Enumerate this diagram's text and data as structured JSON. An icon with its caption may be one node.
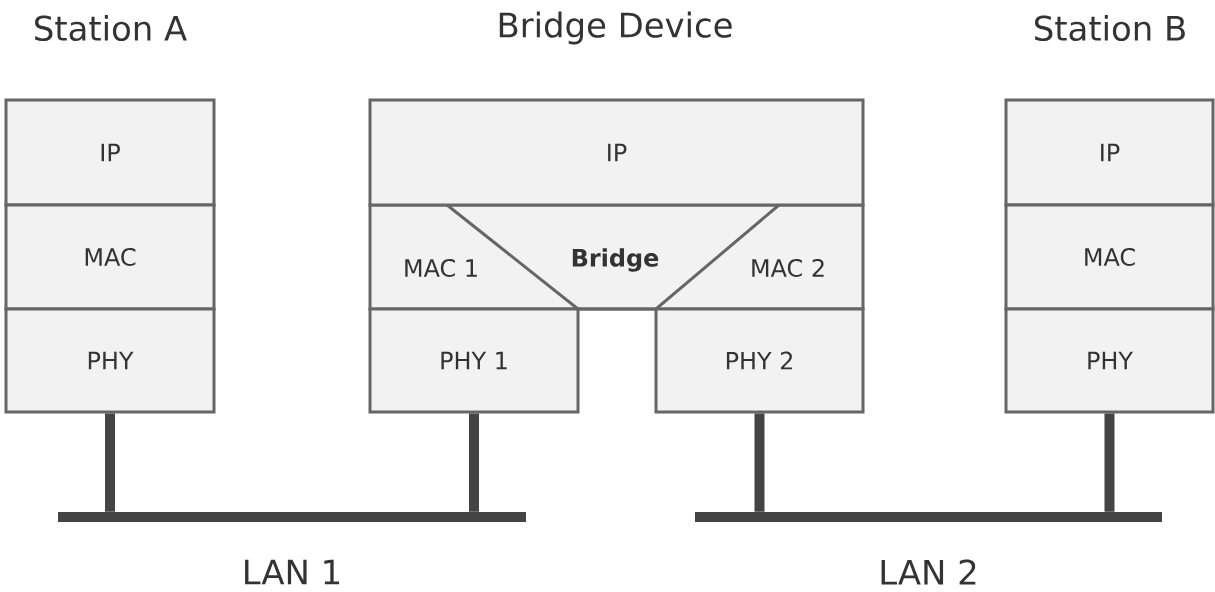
{
  "diagram": {
    "nodes": [
      {
        "text": [
          "IP"
        ]
      },
      {
        "text": [
          "MAC"
        ]
      },
      {
        "text": [
          "PHY"
        ]
      },
      {
        "text": [
          "IP"
        ]
      },
      {
        "text": [
          "MAC 1"
        ]
      },
      {
        "text": [
          "Bridge"
        ]
      },
      {
        "text": [
          "MAC 2"
        ]
      },
      {
        "text": [
          "PHY 1"
        ]
      },
      {
        "text": [
          "PHY 2"
        ]
      },
      {
        "text": [
          "IP"
        ]
      },
      {
        "text": [
          "MAC"
        ]
      },
      {
        "text": [
          "PHY"
        ]
      },
      {
        "text": [],
        "shape": "bar",
        "beside": [
          "LAN 1"
        ]
      },
      {
        "text": [],
        "shape": "bar",
        "beside": [
          "LAN 2"
        ]
      }
    ],
    "edges": [
      {
        "from": 2,
        "to": 12,
        "arrow": "none"
      },
      {
        "from": 7,
        "to": 12,
        "arrow": "none"
      },
      {
        "from": 8,
        "to": 13,
        "arrow": "none"
      },
      {
        "from": 11,
        "to": 13,
        "arrow": "none"
      }
    ],
    "labels": [
      "Station A",
      "Bridge Device",
      "Station B"
    ]
  }
}
